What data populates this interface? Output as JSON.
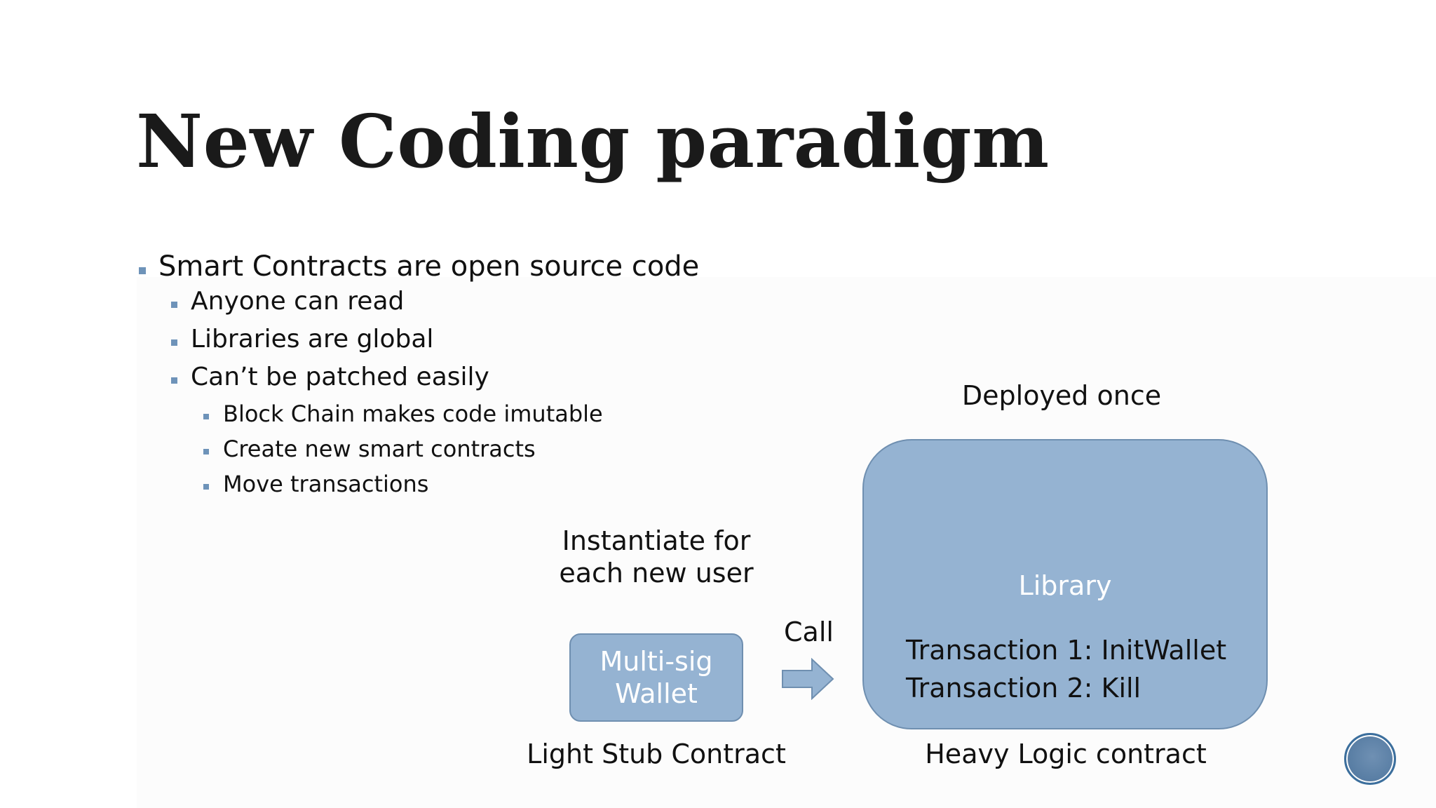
{
  "slide": {
    "title": "New Coding paradigm",
    "bullets": [
      {
        "level": 1,
        "text": "Smart Contracts are open source code"
      },
      {
        "level": 2,
        "text": "Anyone can read"
      },
      {
        "level": 2,
        "text": "Libraries are global"
      },
      {
        "level": 2,
        "text": "Can’t be patched easily"
      },
      {
        "level": 3,
        "text": "Block Chain makes code imutable"
      },
      {
        "level": 3,
        "text": "Create new smart contracts"
      },
      {
        "level": 3,
        "text": "Move transactions"
      }
    ],
    "accent_color": "#6e93b9",
    "box_color": "#95b3d2"
  },
  "diagram": {
    "instantiate_label": [
      "Instantiate for",
      "each new user"
    ],
    "stub_box": [
      "Multi-sig",
      "Wallet"
    ],
    "stub_caption": "Light Stub Contract",
    "call_label": "Call",
    "deployed_label": "Deployed once",
    "library_title": "Library",
    "transactions": [
      "Transaction 1: InitWallet",
      "Transaction 2: Kill"
    ],
    "library_caption": "Heavy Logic contract"
  },
  "controls": {
    "nav_icon": "slide-nav-circle-icon"
  }
}
